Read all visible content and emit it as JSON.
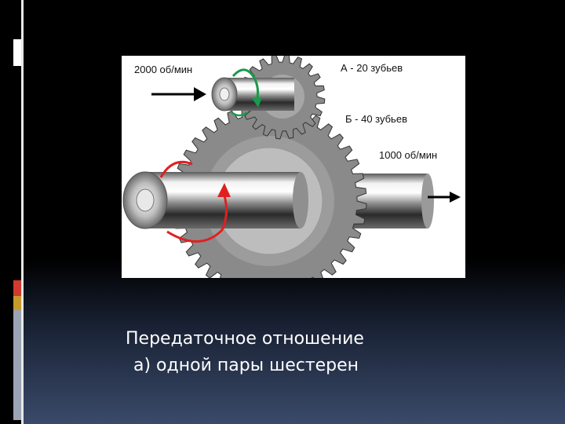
{
  "diagram": {
    "input_speed": "2000 об/мин",
    "gear_a": "А - 20 зубьев",
    "gear_b": "Б - 40 зубьев",
    "output_speed": "1000 об/мин",
    "gear_a_teeth": 20,
    "gear_b_teeth": 40,
    "colors": {
      "input_rotation_arrow": "#1a9a4a",
      "output_rotation_arrow": "#e02020",
      "gear_fill": "#8a8a8a",
      "gear_hub": "#bdbdbd"
    }
  },
  "caption": {
    "line1": "Передаточное отношение",
    "line2": "а) одной пары шестерен"
  }
}
